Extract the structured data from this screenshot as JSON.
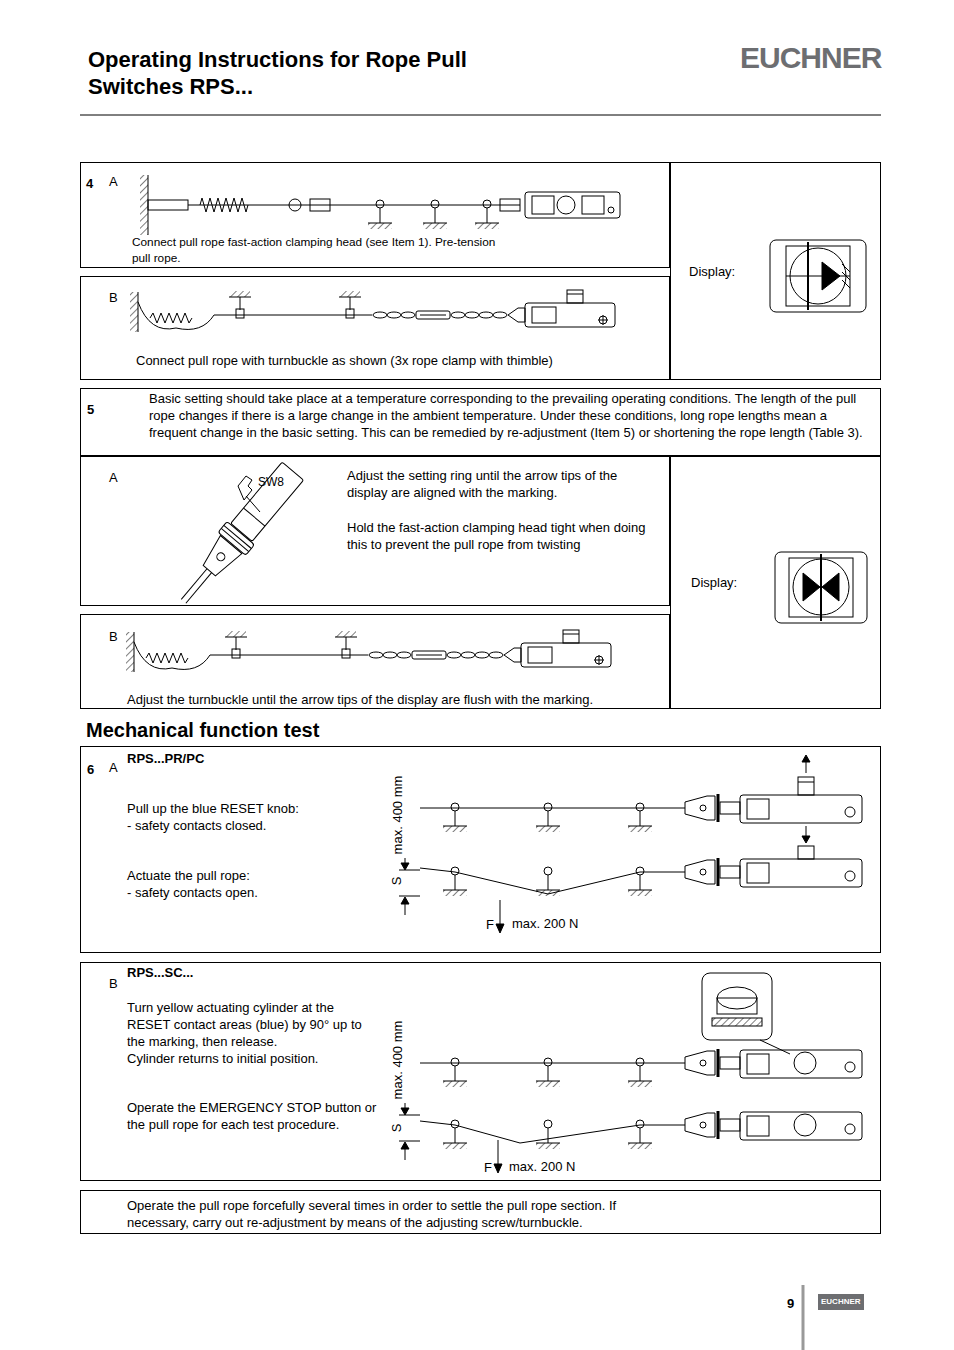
{
  "diagram": {
    "title": "Operating Instructions for Rope Pull Switches RPS...",
    "nodes": [
      {
        "text": [
          "4",
          "A",
          "Connect pull rope fast-action clamping head (see Item 1). Pre-tension pull rope."
        ]
      },
      {
        "text": [
          "Display:"
        ]
      },
      {
        "text": [
          "B",
          "Connect pull rope with turnbuckle as shown (3x rope clamp with thimble)"
        ]
      },
      {
        "text": [
          "5",
          "Basic setting should take place at a temperature corresponding to the prevailing operating conditions. The length of the pull rope changes if there is a large change in the ambient temperature. Under these conditions, long rope lengths mean a frequent change in the basic setting. This can be remedied by re-adjustment (Item 5) or shortening the rope length (Table 3)."
        ]
      },
      {
        "text": [
          "A",
          "Adjust the setting ring until the arrow tips of the display are aligned with the marking.",
          "Hold the fast-action clamping head tight when doing this to prevent the pull rope from twisting"
        ]
      },
      {
        "text": [
          "Display:"
        ]
      },
      {
        "text": [
          "B",
          "Adjust the turnbuckle until the arrow tips of the display are flush with the marking."
        ]
      },
      {
        "text": [
          "6",
          "A",
          "RPS...PR/PC",
          "Pull up the blue RESET knob:",
          "- safety contacts closed.",
          "Actuate the pull rope:",
          "- safety contacts open."
        ]
      },
      {
        "text": [
          "B",
          "RPS...SC...",
          "Turn yellow actuating cylinder at the RESET contact areas (blue) by 90° up to the marking, then release.",
          "Cylinder returns to initial position.",
          "Operate the EMERGENCY STOP button or the pull rope for each test procedure."
        ]
      },
      {
        "text": [
          "Operate the pull rope forcefully several times in order to settle the pull rope section. If necessary, carry out re-adjustment by means of the adjusting screw/turnbuckle."
        ]
      }
    ],
    "labels": [
      "EUCHNER",
      "SW8",
      "Mechanical function test",
      "max. 400 mm",
      "S",
      "F",
      "max. 200 N",
      "max. 400 mm",
      "S",
      "F",
      "max. 200 N",
      "9",
      "EUCHNER"
    ]
  }
}
